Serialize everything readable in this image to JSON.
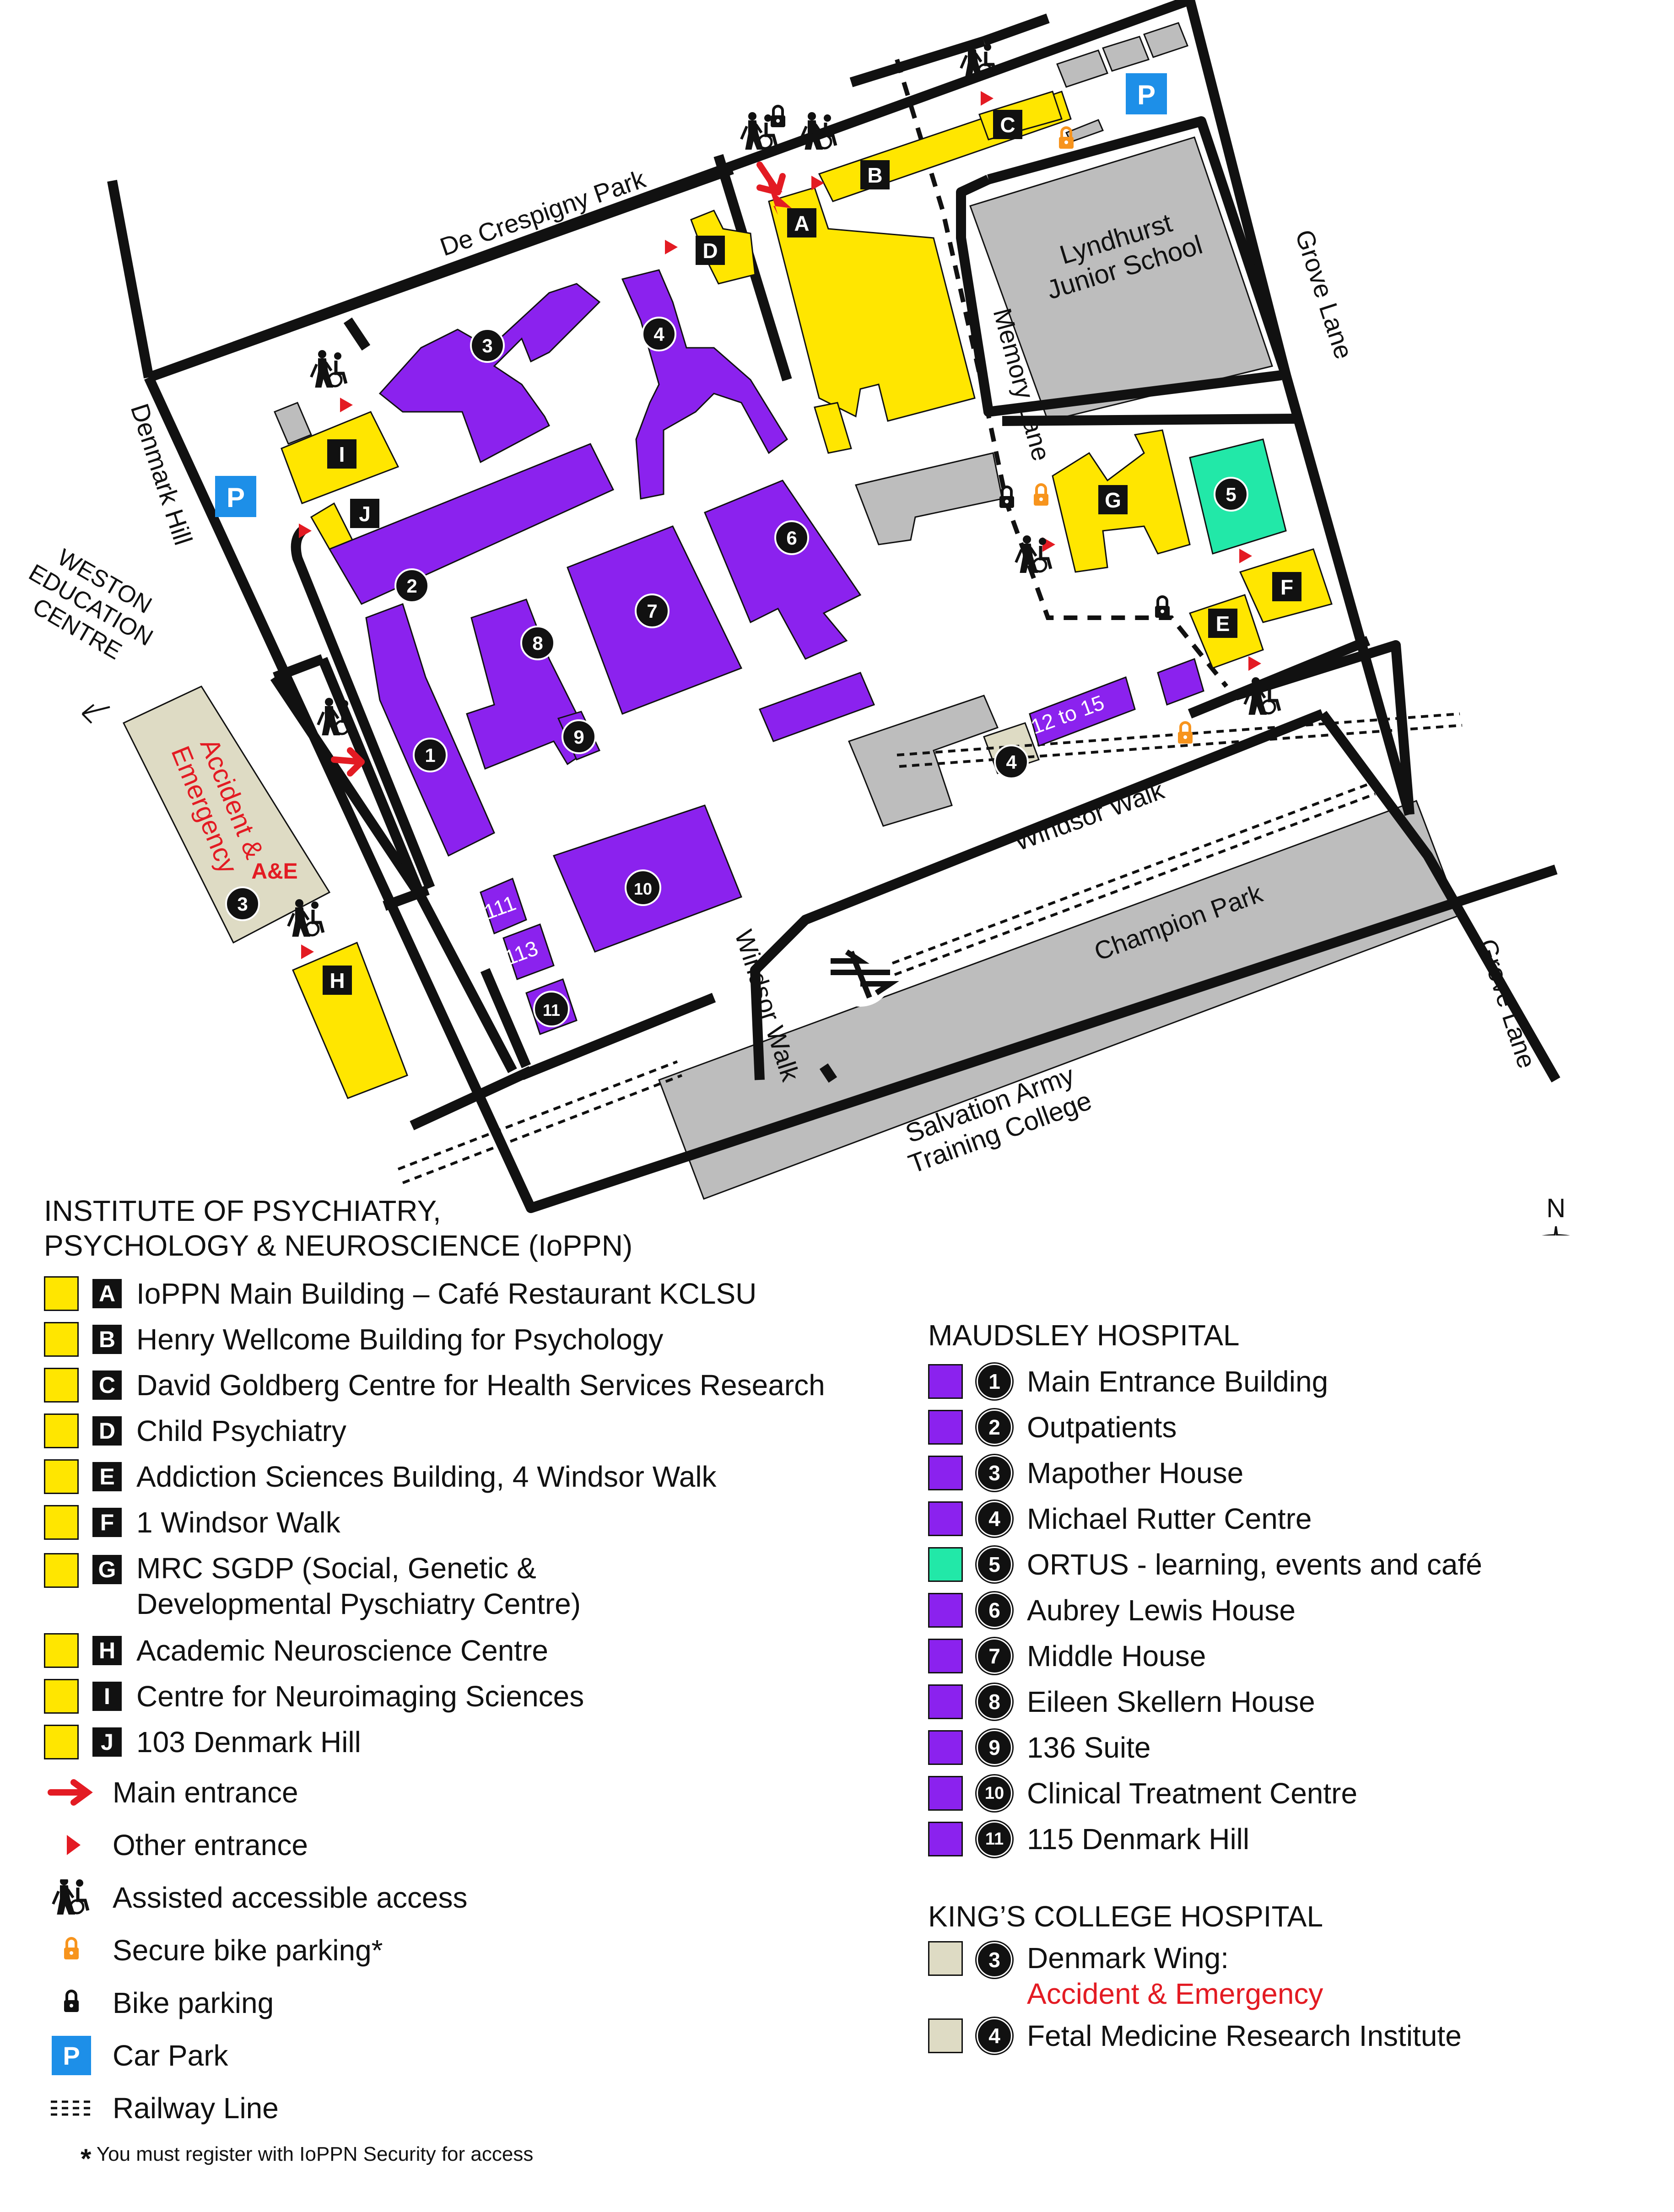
{
  "colors": {
    "ioppn": "#ffe600",
    "maudsley": "#8b22ee",
    "ortus": "#22e8a8",
    "kings": "#dedbc4",
    "grey": "#bdbdbd",
    "road": "#111111",
    "entrance": "#e31b23",
    "bike_secure": "#f7941d",
    "parking": "#1d8fe8"
  },
  "map": {
    "streets": {
      "de_crespigny_park": "De Crespigny Park",
      "denmark_hill": "Denmark Hill",
      "grove_lane_top": "Grove Lane",
      "grove_lane_bottom": "Grove Lane",
      "memory_lane": "Memory Lane",
      "windsor_walk_upper": "Windsor Walk",
      "windsor_walk_lower": "Windsor Walk",
      "champion_park": "Champion Park"
    },
    "places": {
      "lyndhurst": [
        "Lyndhurst",
        "Junior School"
      ],
      "salvation_army": [
        "Salvation Army",
        "Training College"
      ],
      "weston": [
        "WESTON",
        "EDUCATION",
        "CENTRE"
      ],
      "accident_emergency": [
        "Accident &",
        "Emergency"
      ],
      "ae_short": "A&E",
      "twelve_to_fifteen": "12 to 15",
      "n111": "111",
      "n113": "113"
    },
    "building_letters": [
      "A",
      "B",
      "C",
      "D",
      "E",
      "F",
      "G",
      "H",
      "I",
      "J"
    ],
    "building_numbers": [
      "1",
      "2",
      "3",
      "4",
      "5",
      "6",
      "7",
      "8",
      "9",
      "10",
      "11"
    ],
    "kings_numbers": [
      "3",
      "4"
    ],
    "parking_label": "P",
    "compass_label": "N"
  },
  "legend": {
    "ioppn": {
      "title_lines": [
        "INSTITUTE OF PSYCHIATRY,",
        "PSYCHOLOGY & NEUROSCIENCE (IoPPN)"
      ],
      "items": [
        {
          "code": "A",
          "lines": [
            "IoPPN Main Building – Café Restaurant KCLSU"
          ]
        },
        {
          "code": "B",
          "lines": [
            "Henry Wellcome Building for Psychology"
          ]
        },
        {
          "code": "C",
          "lines": [
            "David Goldberg Centre for Health Services Research"
          ]
        },
        {
          "code": "D",
          "lines": [
            "Child Psychiatry"
          ]
        },
        {
          "code": "E",
          "lines": [
            "Addiction Sciences Building, 4 Windsor Walk"
          ]
        },
        {
          "code": "F",
          "lines": [
            "1 Windsor Walk"
          ]
        },
        {
          "code": "G",
          "lines": [
            "MRC SGDP (Social, Genetic &",
            "Developmental Pyschiatry Centre)"
          ]
        },
        {
          "code": "H",
          "lines": [
            "Academic Neuroscience Centre"
          ]
        },
        {
          "code": "I",
          "lines": [
            "Centre for Neuroimaging Sciences"
          ]
        },
        {
          "code": "J",
          "lines": [
            "103 Denmark Hill"
          ]
        }
      ]
    },
    "key": [
      {
        "icon": "main-entrance-arrow",
        "label": "Main entrance"
      },
      {
        "icon": "other-entrance-triangle",
        "label": "Other entrance"
      },
      {
        "icon": "accessible-access-icon",
        "label": "Assisted accessible access"
      },
      {
        "icon": "secure-bike-lock-icon",
        "label": "Secure bike parking*"
      },
      {
        "icon": "bike-lock-icon",
        "label": "Bike parking"
      },
      {
        "icon": "car-park-icon",
        "label": "Car Park",
        "glyph": "P"
      },
      {
        "icon": "railway-line-icon",
        "label": "Railway Line"
      }
    ],
    "footnote_star": "*",
    "footnote": "You must register with IoPPN Security for access",
    "maudsley": {
      "title": "MAUDSLEY HOSPITAL",
      "items": [
        {
          "code": "1",
          "label": "Main Entrance Building",
          "color": "maudsley"
        },
        {
          "code": "2",
          "label": "Outpatients",
          "color": "maudsley"
        },
        {
          "code": "3",
          "label": "Mapother House",
          "color": "maudsley"
        },
        {
          "code": "4",
          "label": "Michael Rutter Centre",
          "color": "maudsley"
        },
        {
          "code": "5",
          "label": "ORTUS - learning, events and café",
          "color": "ortus"
        },
        {
          "code": "6",
          "label": "Aubrey Lewis House",
          "color": "maudsley"
        },
        {
          "code": "7",
          "label": "Middle House",
          "color": "maudsley"
        },
        {
          "code": "8",
          "label": "Eileen Skellern House",
          "color": "maudsley"
        },
        {
          "code": "9",
          "label": "136 Suite",
          "color": "maudsley"
        },
        {
          "code": "10",
          "label": "Clinical Treatment Centre",
          "color": "maudsley"
        },
        {
          "code": "11",
          "label": "115 Denmark Hill",
          "color": "maudsley"
        }
      ]
    },
    "kings": {
      "title": "KING’S COLLEGE HOSPITAL",
      "items": [
        {
          "code": "3",
          "lines": [
            "Denmark Wing:"
          ],
          "red_line": "Accident & Emergency"
        },
        {
          "code": "4",
          "lines": [
            "Fetal Medicine Research Institute"
          ]
        }
      ]
    }
  }
}
